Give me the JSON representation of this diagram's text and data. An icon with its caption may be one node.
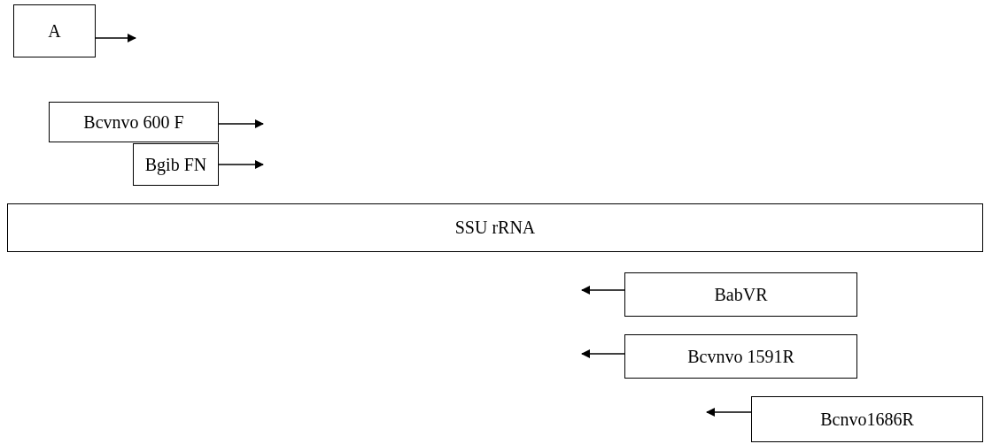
{
  "diagram": {
    "nodes": [
      {
        "text": [
          "A"
        ]
      },
      {
        "text": [
          "Bcvnvo 600 F"
        ]
      },
      {
        "text": [
          "Bgib FN"
        ]
      },
      {
        "text": [
          "SSU rRNA"
        ]
      },
      {
        "text": [
          "BabVR"
        ]
      },
      {
        "text": [
          "Bcvnvo 1591R"
        ]
      },
      {
        "text": [
          "Bcnvo1686R"
        ]
      }
    ],
    "edges": [
      {
        "from": 0,
        "to": null,
        "arrow": "to"
      },
      {
        "from": 1,
        "to": null,
        "arrow": "to"
      },
      {
        "from": 2,
        "to": null,
        "arrow": "to"
      },
      {
        "from": 4,
        "to": null,
        "arrow": "to"
      },
      {
        "from": 5,
        "to": null,
        "arrow": "to"
      },
      {
        "from": 6,
        "to": null,
        "arrow": "to"
      }
    ]
  }
}
